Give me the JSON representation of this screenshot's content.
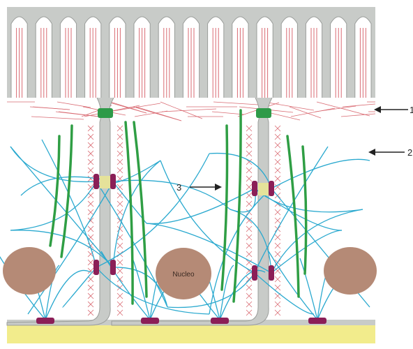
{
  "colors": {
    "membrane": "#c8cbc8",
    "microvilli_filament": "#d96a72",
    "intermediate_filament": "#2aa9cf",
    "microtubule": "#2f9e44",
    "nucleus": "#b58a76",
    "desmosome": "#8b1e57",
    "tight_junction": "#2e9a48",
    "basement": "#f2ec8c",
    "basement_line": "#c8cbc8"
  },
  "labels": {
    "one": "1",
    "two": "2",
    "three": "3",
    "nucleus": "Nucleo"
  },
  "icons": {
    "arrow": "arrow-left"
  }
}
